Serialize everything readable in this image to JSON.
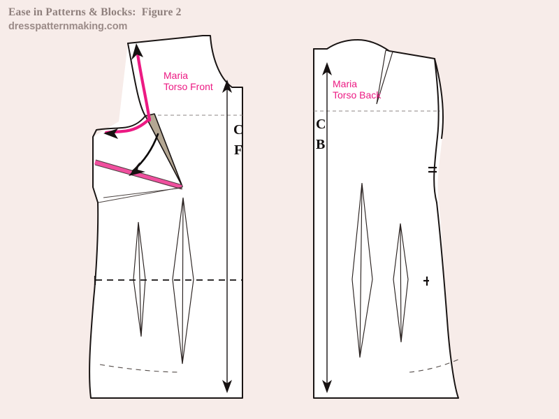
{
  "header": {
    "title": "Ease in Patterns & Blocks:  Figure 2",
    "site": "dresspatternmaking.com",
    "title_color": "#8e7f7c",
    "background_color": "#f7ece9"
  },
  "colors": {
    "accent_magenta": "#ec1a83",
    "accent_pink": "#f04f9e",
    "wedge_tan": "#b4a793",
    "outline": "#1a1514",
    "paper_white": "#ffffff"
  },
  "pieces": {
    "front": {
      "name": "front-bodice-piece",
      "label_line1": "Maria",
      "label_line2": "Torso Front",
      "axis_letter_1": "C",
      "axis_letter_2": "F",
      "axis_meaning": "Centre Front",
      "dart_count": 2,
      "has_shoulder_dart_rotation": true
    },
    "back": {
      "name": "back-bodice-piece",
      "label_line1": "Maria",
      "label_line2": "Torso Back",
      "axis_letter_1": "C",
      "axis_letter_2": "B",
      "axis_meaning": "Centre Back",
      "dart_count": 2,
      "has_shoulder_dart": true
    }
  },
  "annotations": {
    "shoulder_arrow": "magenta-arrow-up-neckline",
    "armhole_arrow": "magenta-arrow-left-armhole",
    "rotation_arrow": "black-curved-dart-rotation-arrow",
    "dart_wedge": "tan-shoulder-dart-wedge",
    "accent_strip": "pink-side-dart-strip"
  },
  "chart_data": {
    "type": "diagram",
    "title": "Ease in Patterns & Blocks:  Figure 2",
    "subject": "Bodice block pattern pieces with dart rotation",
    "pieces": [
      {
        "name": "Maria Torso Front",
        "grainline_label": "C F",
        "darts": [
          "shoulder dart (rotated)",
          "bust dart",
          "front waist dart",
          "front side waist dart"
        ]
      },
      {
        "name": "Maria Torso Back",
        "grainline_label": "C B",
        "darts": [
          "shoulder dart",
          "back waist dart",
          "back side waist dart"
        ]
      }
    ]
  }
}
